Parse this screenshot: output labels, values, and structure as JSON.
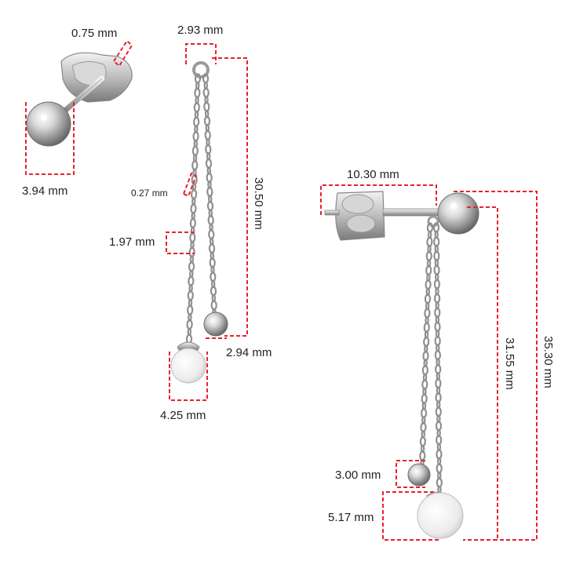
{
  "colors": {
    "dimension": "#e8222a",
    "metal": "#b8b8b8",
    "pearl": "#f4f4f4",
    "text": "#222222"
  },
  "labels": {
    "post_diameter": "0.75 mm",
    "ball_diameter_small": "3.94 mm",
    "top_loop_width": "2.93 mm",
    "chain_length": "30.50 mm",
    "chain_wire": "0.27 mm",
    "link_length": "1.97 mm",
    "small_bead": "2.94 mm",
    "pearl_width": "4.25 mm",
    "backing_width": "10.30 mm",
    "drop_length": "31.55 mm",
    "total_length": "35.30 mm",
    "bead_height": "3.00 mm",
    "pearl_height": "5.17 mm"
  }
}
